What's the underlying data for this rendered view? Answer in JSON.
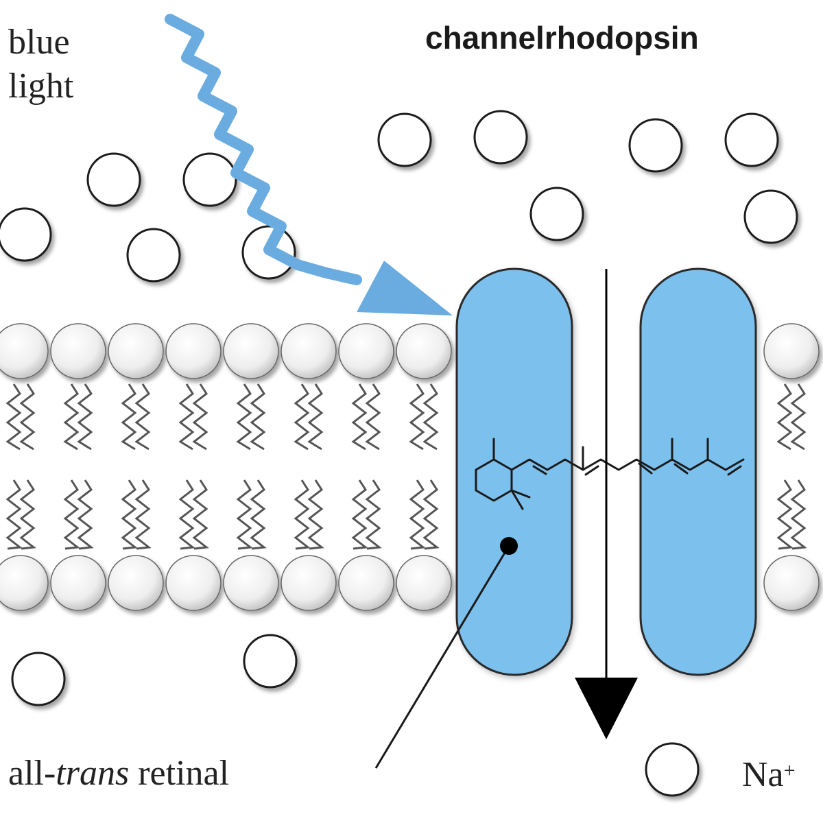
{
  "title": "channelrhodopsin",
  "light_label": {
    "line1": "blue",
    "line2": "light"
  },
  "retinal_label": {
    "prefix": "all-",
    "italic": "trans",
    "suffix": " retinal"
  },
  "ion_label": {
    "base": "Na",
    "superscript": "+"
  },
  "colors": {
    "light": "#6aace0",
    "protein_fill": "#7cc0ee",
    "protein_stroke": "#2a2a2a",
    "ion_fill": "#ffffff",
    "ion_stroke": "#1a1a1a",
    "lipid_head": "#eeeeee",
    "lipid_tail": "#555555",
    "flow_arrow": "#000000"
  },
  "icons": {
    "light": "wavy-arrow",
    "ion": "circle",
    "flow": "down-arrow",
    "molecule": "retinal-skeletal-formula"
  }
}
